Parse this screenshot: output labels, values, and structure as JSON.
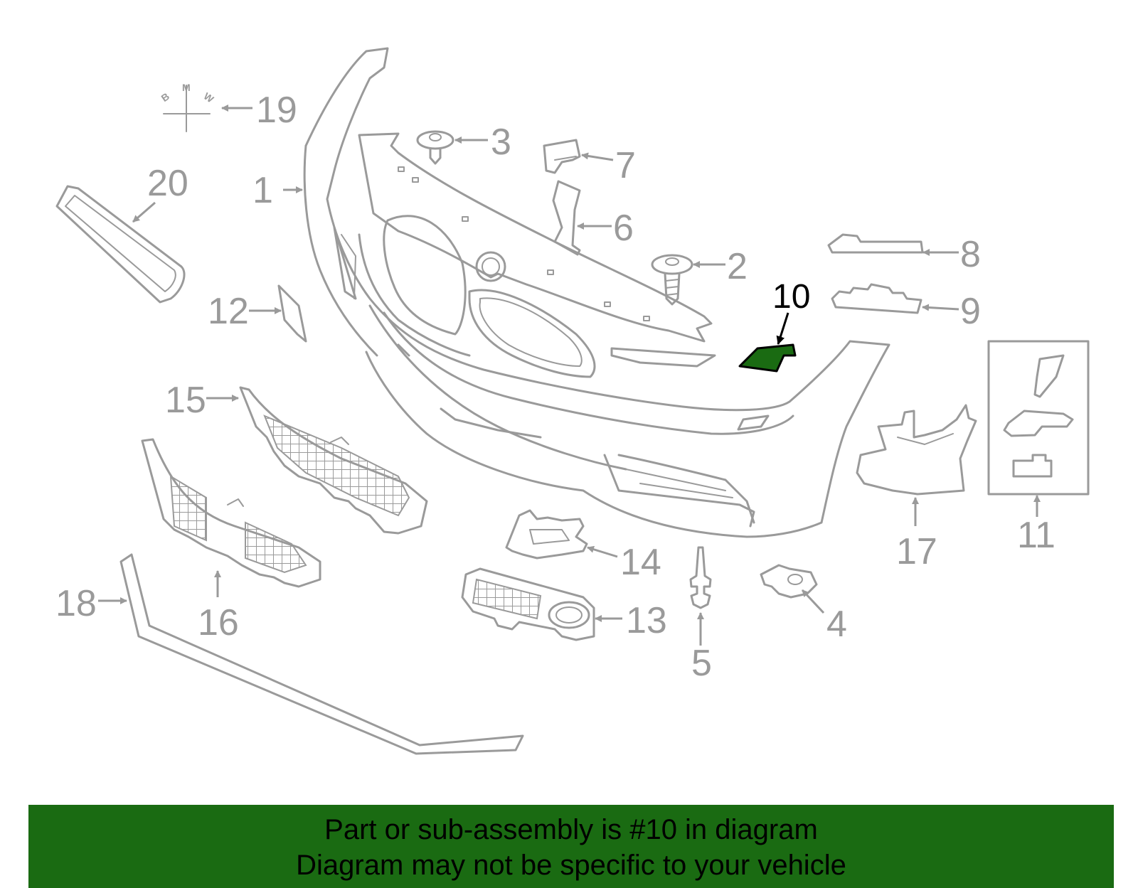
{
  "callouts": {
    "c1": "1",
    "c2": "2",
    "c3": "3",
    "c4": "4",
    "c5": "5",
    "c6": "6",
    "c7": "7",
    "c8": "8",
    "c9": "9",
    "c10": "10",
    "c11": "11",
    "c12": "12",
    "c13": "13",
    "c14": "14",
    "c15": "15",
    "c16": "16",
    "c17": "17",
    "c18": "18",
    "c19": "19",
    "c20": "20"
  },
  "logo": {
    "l1": "B",
    "l2": "M",
    "l3": "W"
  },
  "highlight": {
    "part_number": "10",
    "color": "#1a6b12"
  },
  "banner": {
    "line1": "Part or sub-assembly is #10 in diagram",
    "line2": "Diagram may not be specific to your vehicle",
    "color": "#1a6b12"
  }
}
